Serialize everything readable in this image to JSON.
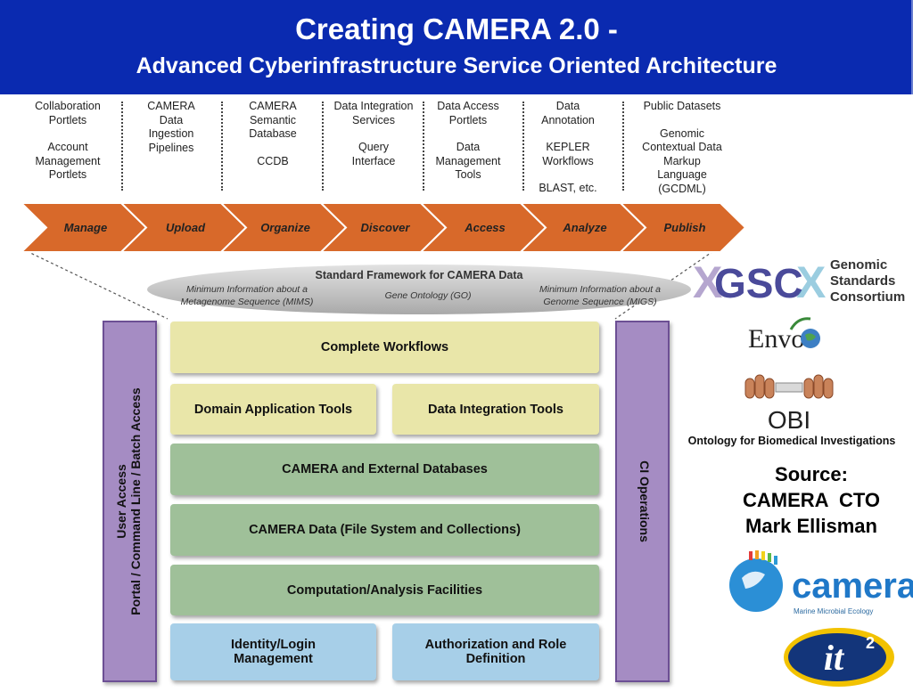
{
  "title": {
    "line1": "Creating CAMERA 2.0 -",
    "line2": "Advanced Cyberinfrastructure Service Oriented Architecture"
  },
  "stages": [
    {
      "label": "Manage",
      "items": [
        "Collaboration",
        "Portlets",
        "",
        "Account",
        "Management",
        "Portlets"
      ]
    },
    {
      "label": "Upload",
      "items": [
        "CAMERA",
        "Data",
        "Ingestion",
        "Pipelines"
      ]
    },
    {
      "label": "Organize",
      "items": [
        "CAMERA",
        "Semantic",
        "Database",
        "",
        "CCDB"
      ]
    },
    {
      "label": "Discover",
      "items": [
        "Data Integration",
        "Services",
        "",
        "Query",
        "Interface"
      ]
    },
    {
      "label": "Access",
      "items": [
        "Data Access",
        "Portlets",
        "",
        "Data",
        "Management",
        "Tools"
      ]
    },
    {
      "label": "Analyze",
      "items": [
        "Data",
        "Annotation",
        "",
        "KEPLER",
        "Workflows",
        "",
        "BLAST, etc."
      ]
    },
    {
      "label": "Publish",
      "items": [
        "Public Datasets",
        "",
        "Genomic",
        "Contextual Data",
        "Markup",
        "Language",
        "(GCDML)"
      ]
    }
  ],
  "framework": {
    "title": "Standard Framework for CAMERA Data",
    "mims": [
      "Minimum Information about a",
      "Metagenome Sequence (MIMS)"
    ],
    "go": "Gene Ontology (GO)",
    "migs": [
      "Minimum Information about a",
      "Genome Sequence (MIGS)"
    ]
  },
  "stack": {
    "complete_workflows": "Complete Workflows",
    "domain_tools": "Domain Application Tools",
    "integration_tools": "Data Integration Tools",
    "databases": "CAMERA and External Databases",
    "camera_data": "CAMERA Data (File System and Collections)",
    "computation": "Computation/Analysis Facilities",
    "identity": "Identity/Login Management",
    "authorization": "Authorization and Role Definition"
  },
  "side": {
    "user_access_line1": "User Access",
    "user_access_line2": "Portal / Command Line / Batch Access",
    "ci_operations": "CI Operations"
  },
  "logos": {
    "gsc_letters": "GSC",
    "gsc_name": [
      "Genomic",
      "Standards",
      "Consortium"
    ],
    "envo": "Envo",
    "obi": "OBI",
    "obi_caption": "Ontology for Biomedical Investigations",
    "camera": "camera",
    "camera_tag": "Marine Microbial Ecology",
    "it2": "it",
    "it2_sup": "2"
  },
  "source": [
    "Source:",
    "CAMERA  CTO",
    "Mark Ellisman"
  ],
  "colors": {
    "title_bg": "#0a2ab0",
    "chevron": "#d8692a",
    "yellow": "#e9e6a9",
    "green": "#9fc099",
    "blue": "#a7cfe8",
    "purple": "#a58cc3"
  }
}
